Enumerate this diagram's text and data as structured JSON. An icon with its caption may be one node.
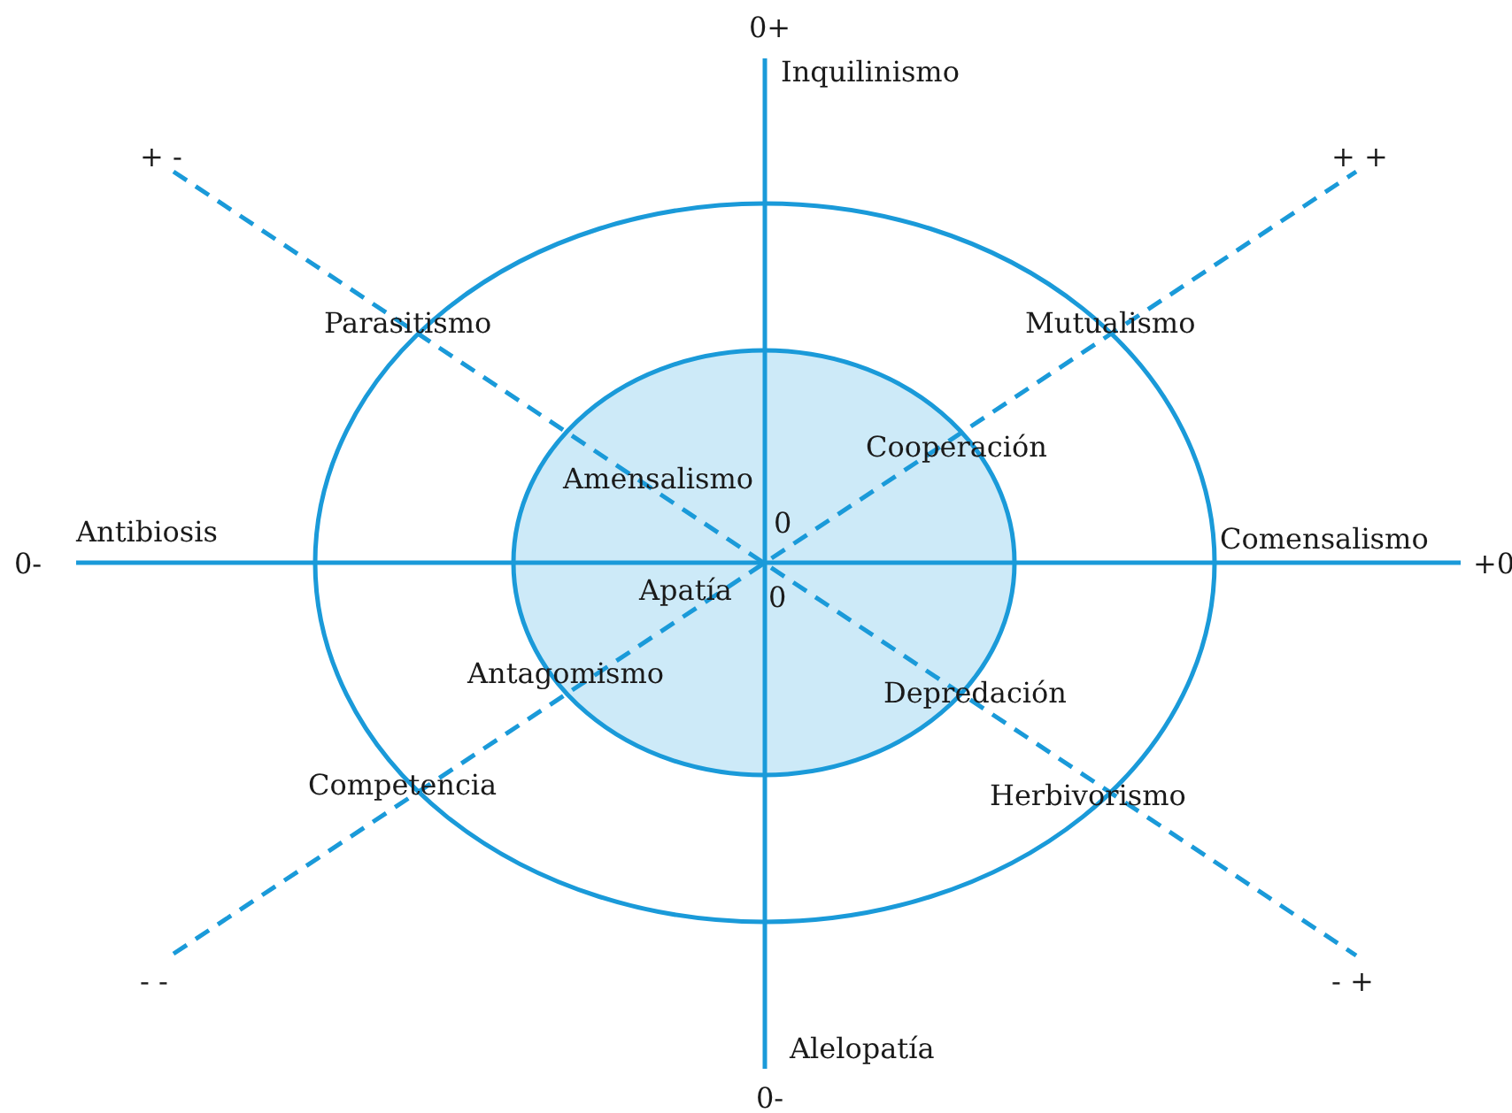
{
  "diagram": {
    "labels": [
      "0+",
      "Inquilinismo",
      "+ -",
      "+ +",
      "Parasitismo",
      "Mutualismo",
      "Cooperación",
      "Amensalismo",
      "Antibiosis",
      "0",
      "Comensalismo",
      "0-",
      "+0",
      "Apatía",
      "0",
      "Antagomismo",
      "Depredación",
      "Competencia",
      "Herbivorismo",
      "- -",
      "- +",
      "Alelopatía",
      "0-"
    ]
  }
}
